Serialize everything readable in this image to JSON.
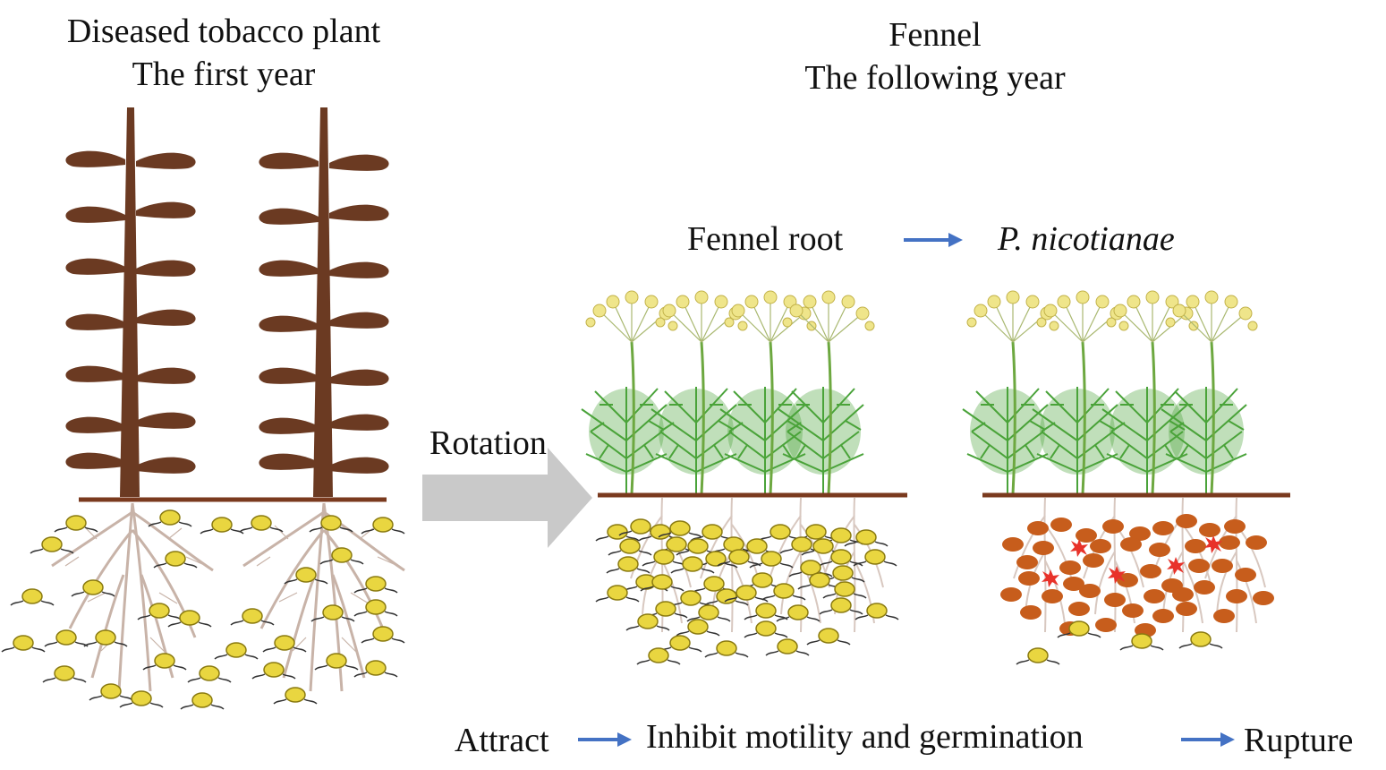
{
  "left_panel": {
    "title_line1": "Diseased tobacco plant",
    "title_line2": "The first year"
  },
  "right_panel": {
    "title_line1": "Fennel",
    "title_line2": "The following year",
    "relation_source": "Fennel root",
    "relation_target": "P. nicotianae"
  },
  "rotation_label": "Rotation",
  "process": {
    "step1": "Attract",
    "step2": "Inhibit motility and germination",
    "step3": "Rupture"
  },
  "colors": {
    "stem": "#6b3a22",
    "soil_line": "#7a3a1e",
    "root": "#c8b3a8",
    "zoospore": "#e9d640",
    "ruptured_cell": "#c75d1c",
    "burst_mark": "#e8322a",
    "fennel_leaf": "#4aa33a",
    "flower": "#efe58a",
    "arrow_blue": "#4472c4",
    "rotation_arrow": "#c9c9c9"
  }
}
